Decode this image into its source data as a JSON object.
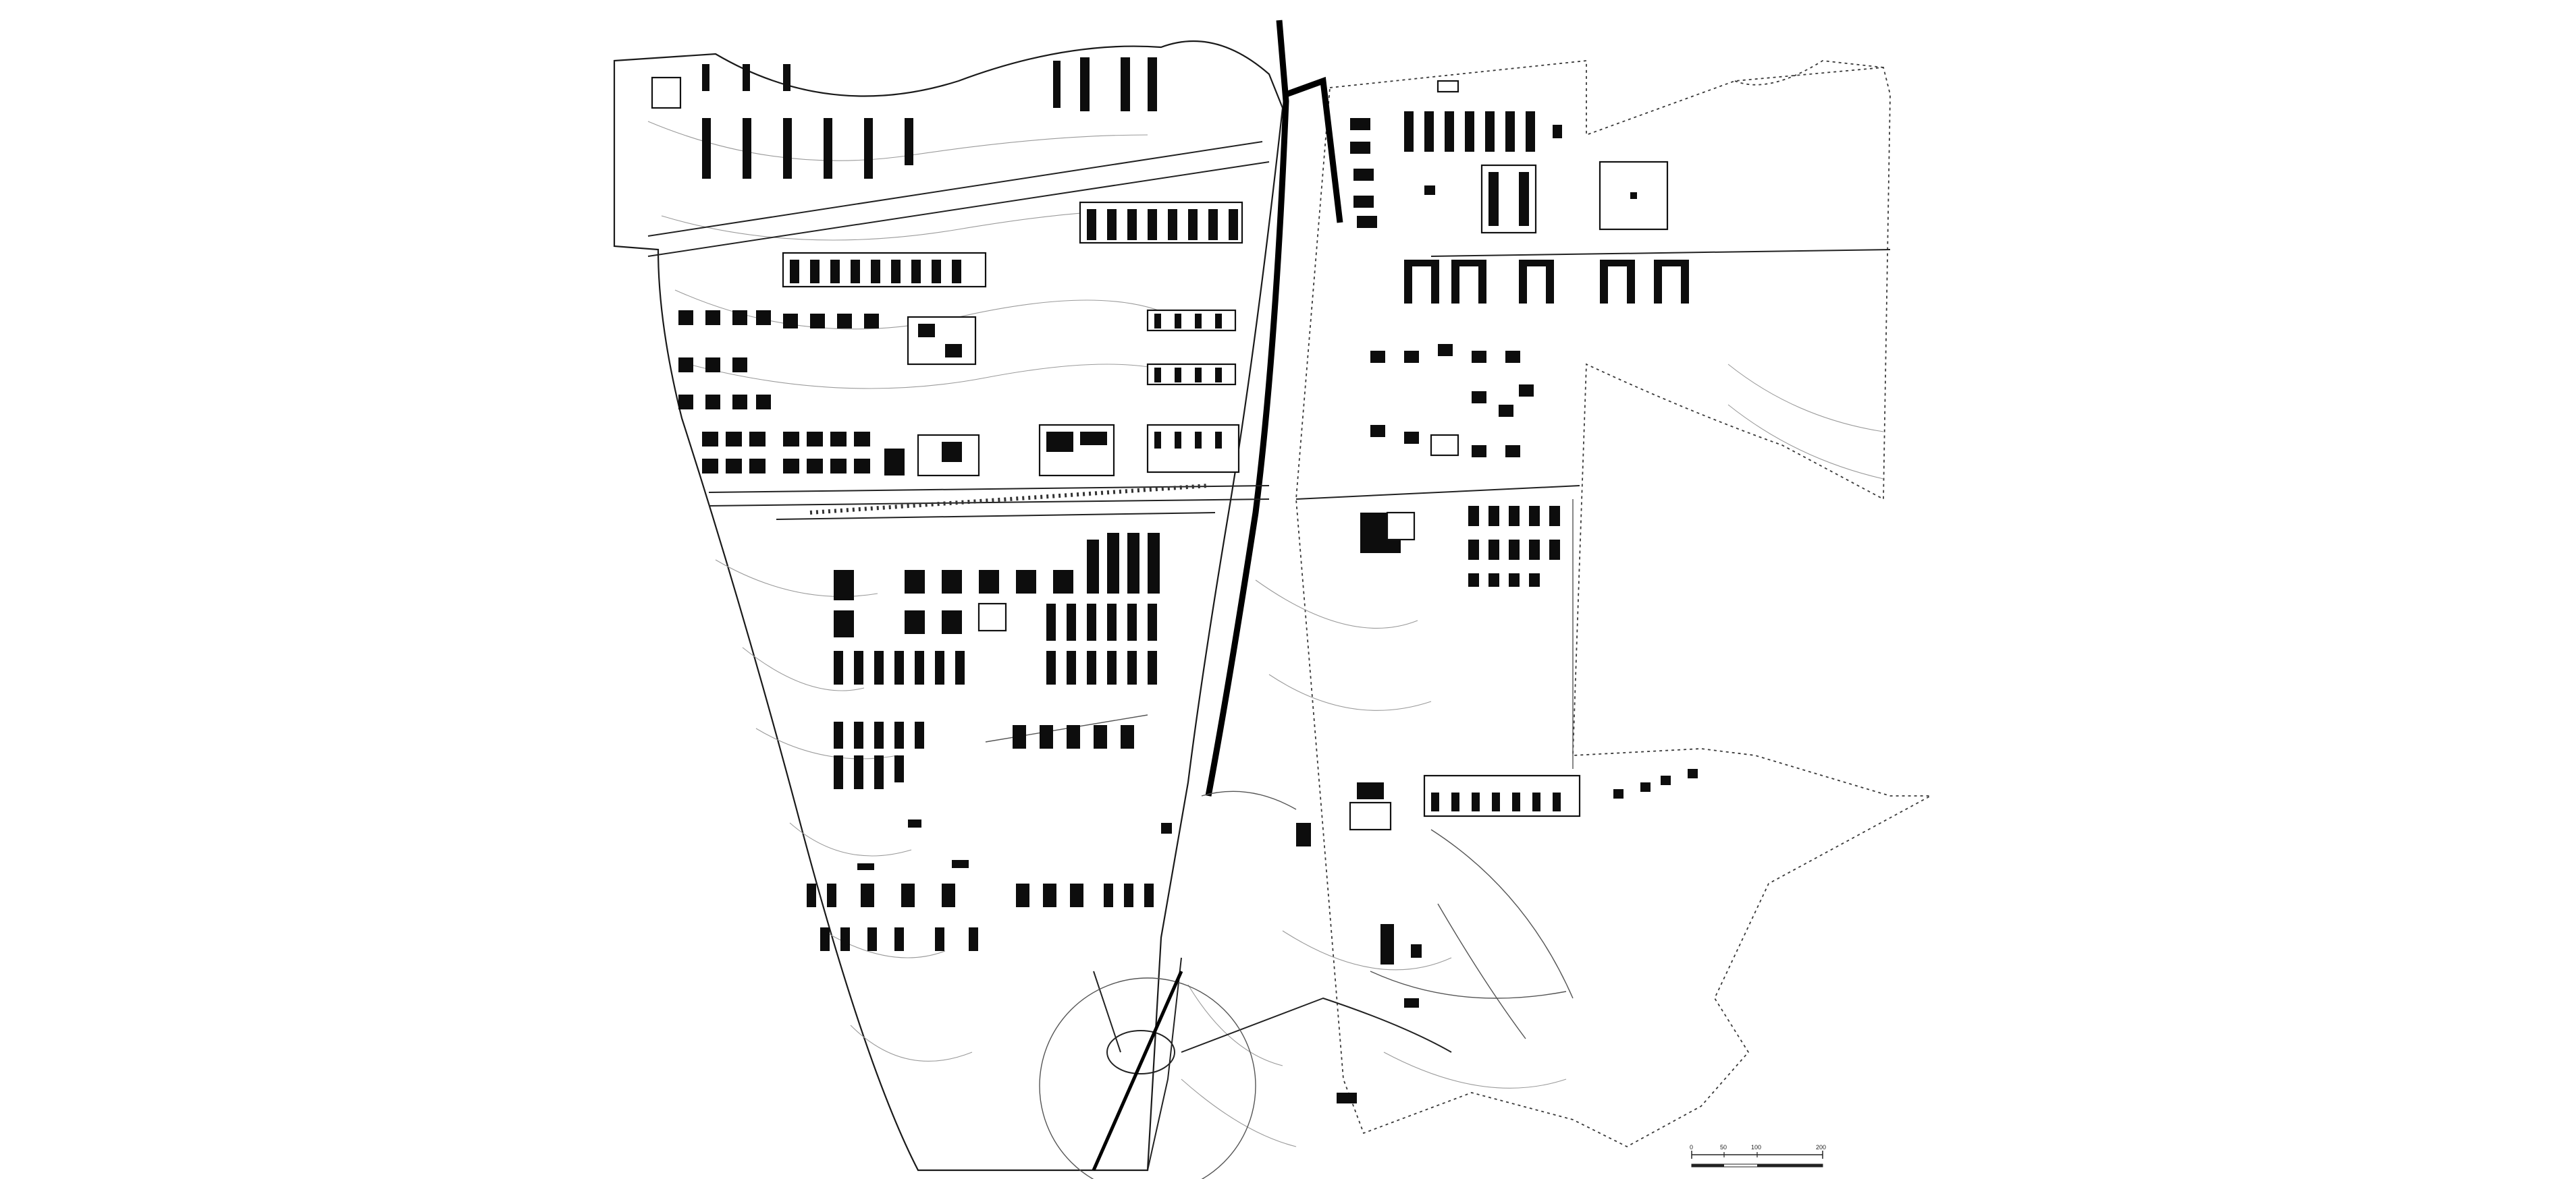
{
  "plan": {
    "scale_bar": {
      "labels": [
        "0",
        "50",
        "100",
        "200"
      ]
    }
  }
}
